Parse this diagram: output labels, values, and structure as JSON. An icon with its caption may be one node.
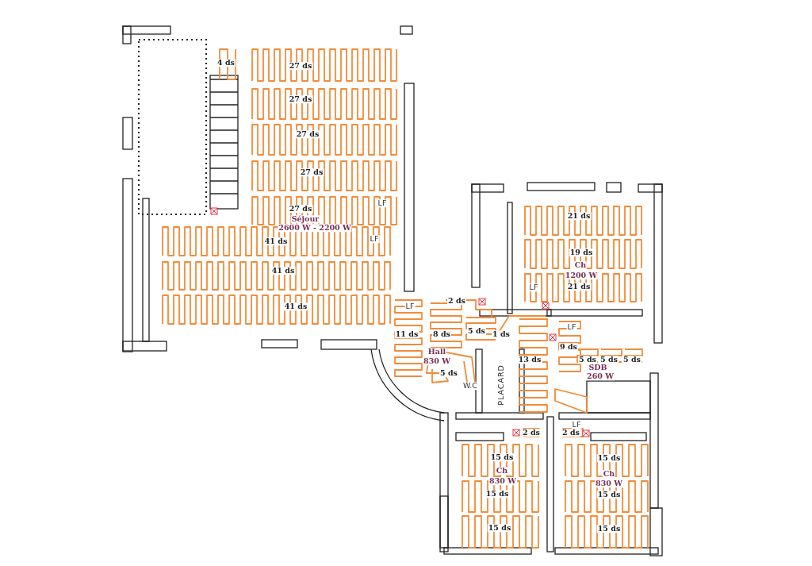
{
  "diagram": {
    "labels": [
      "4 ds",
      "27 ds",
      "27 ds",
      "27 ds",
      "27 ds",
      "27 ds",
      "LF",
      "Séjour",
      "2600 W - 2200 W",
      "LF",
      "41 ds",
      "41 ds",
      "41 ds",
      "21 ds",
      "19 ds",
      "Ch",
      "1200 W",
      "LF",
      "21 ds",
      "2 ds",
      "LF",
      "LF",
      "11 ds",
      "8 ds",
      "5 ds",
      "1 ds",
      "9 ds",
      "Hall",
      "830 W",
      "13 ds",
      "5 ds",
      "5 ds",
      "5 ds",
      "SDB",
      "260 W",
      "5 ds",
      "W.C",
      "PLACARD",
      "LF",
      "2 ds",
      "2 ds",
      "15 ds",
      "Ch",
      "830 W",
      "15 ds",
      "15 ds",
      "15 ds",
      "Ch",
      "830 W",
      "15 ds",
      "15 ds"
    ]
  }
}
